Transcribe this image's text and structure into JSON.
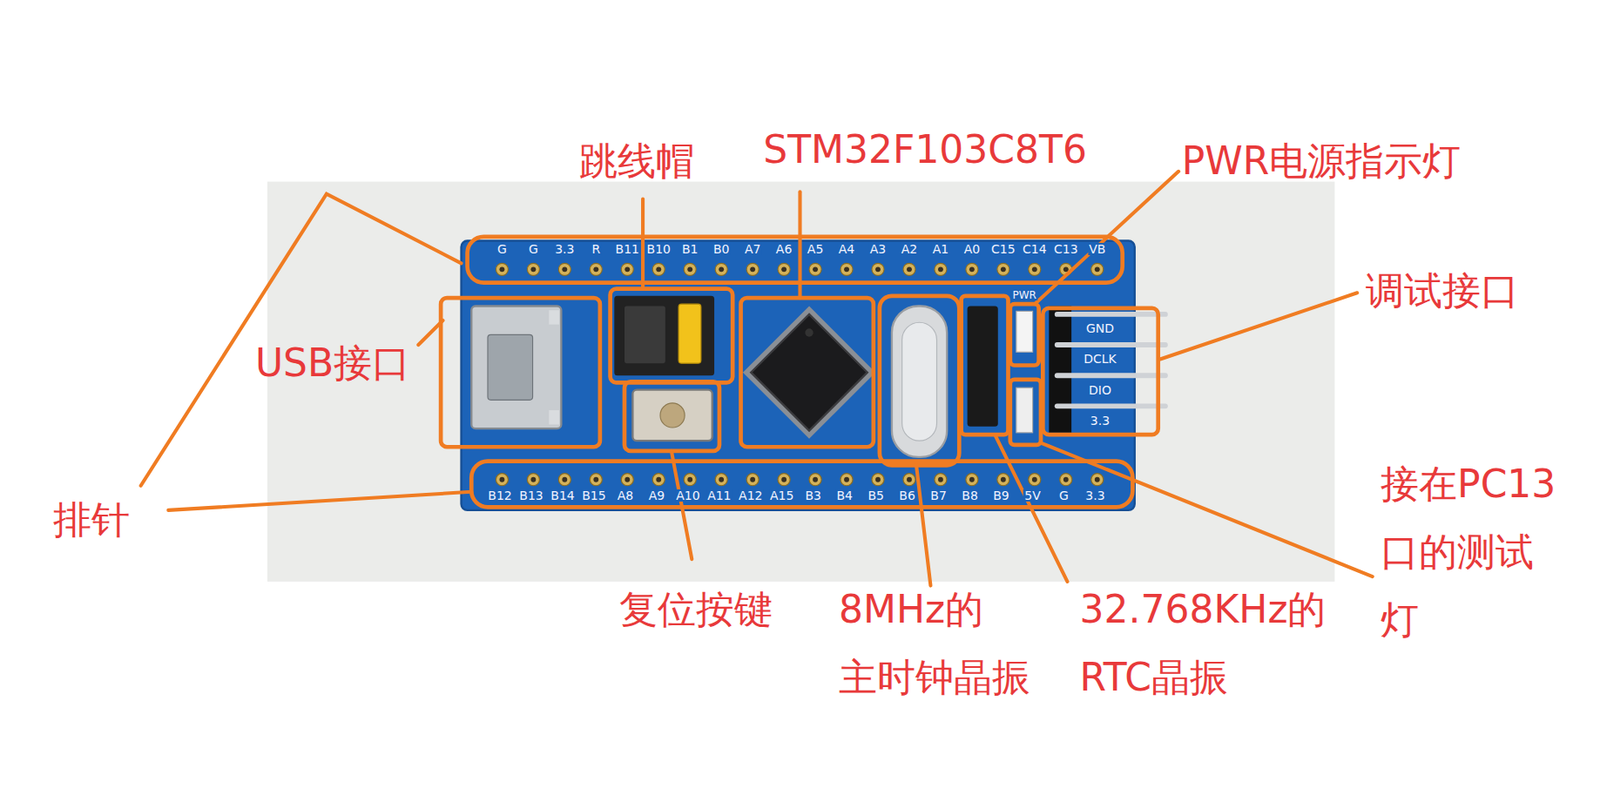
{
  "diagram": {
    "labels": [
      "跳线帽",
      "STM32F103C8T6",
      "PWR电源指示灯",
      "调试接口",
      "USB接口",
      "排针",
      "接在PC13 口的测试 灯",
      "复位按键",
      "8MHz的 主时钟晶振",
      "32.768KHz的 RTC晶振",
      "G",
      "G",
      "3.3",
      "R",
      "B11",
      "B10",
      "B1",
      "B0",
      "A7",
      "A6",
      "A5",
      "A4",
      "A3",
      "A2",
      "A1",
      "A0",
      "C15",
      "C14",
      "C13",
      "VB",
      "PWR",
      "GND",
      "DCLK",
      "DIO",
      "3.3",
      "B12",
      "B13",
      "B14",
      "B15",
      "A8",
      "A9",
      "A10",
      "A11",
      "A12",
      "A15",
      "B3",
      "B4",
      "B5",
      "B6",
      "B7",
      "B8",
      "B9",
      "5V",
      "G",
      "3.3"
    ]
  }
}
